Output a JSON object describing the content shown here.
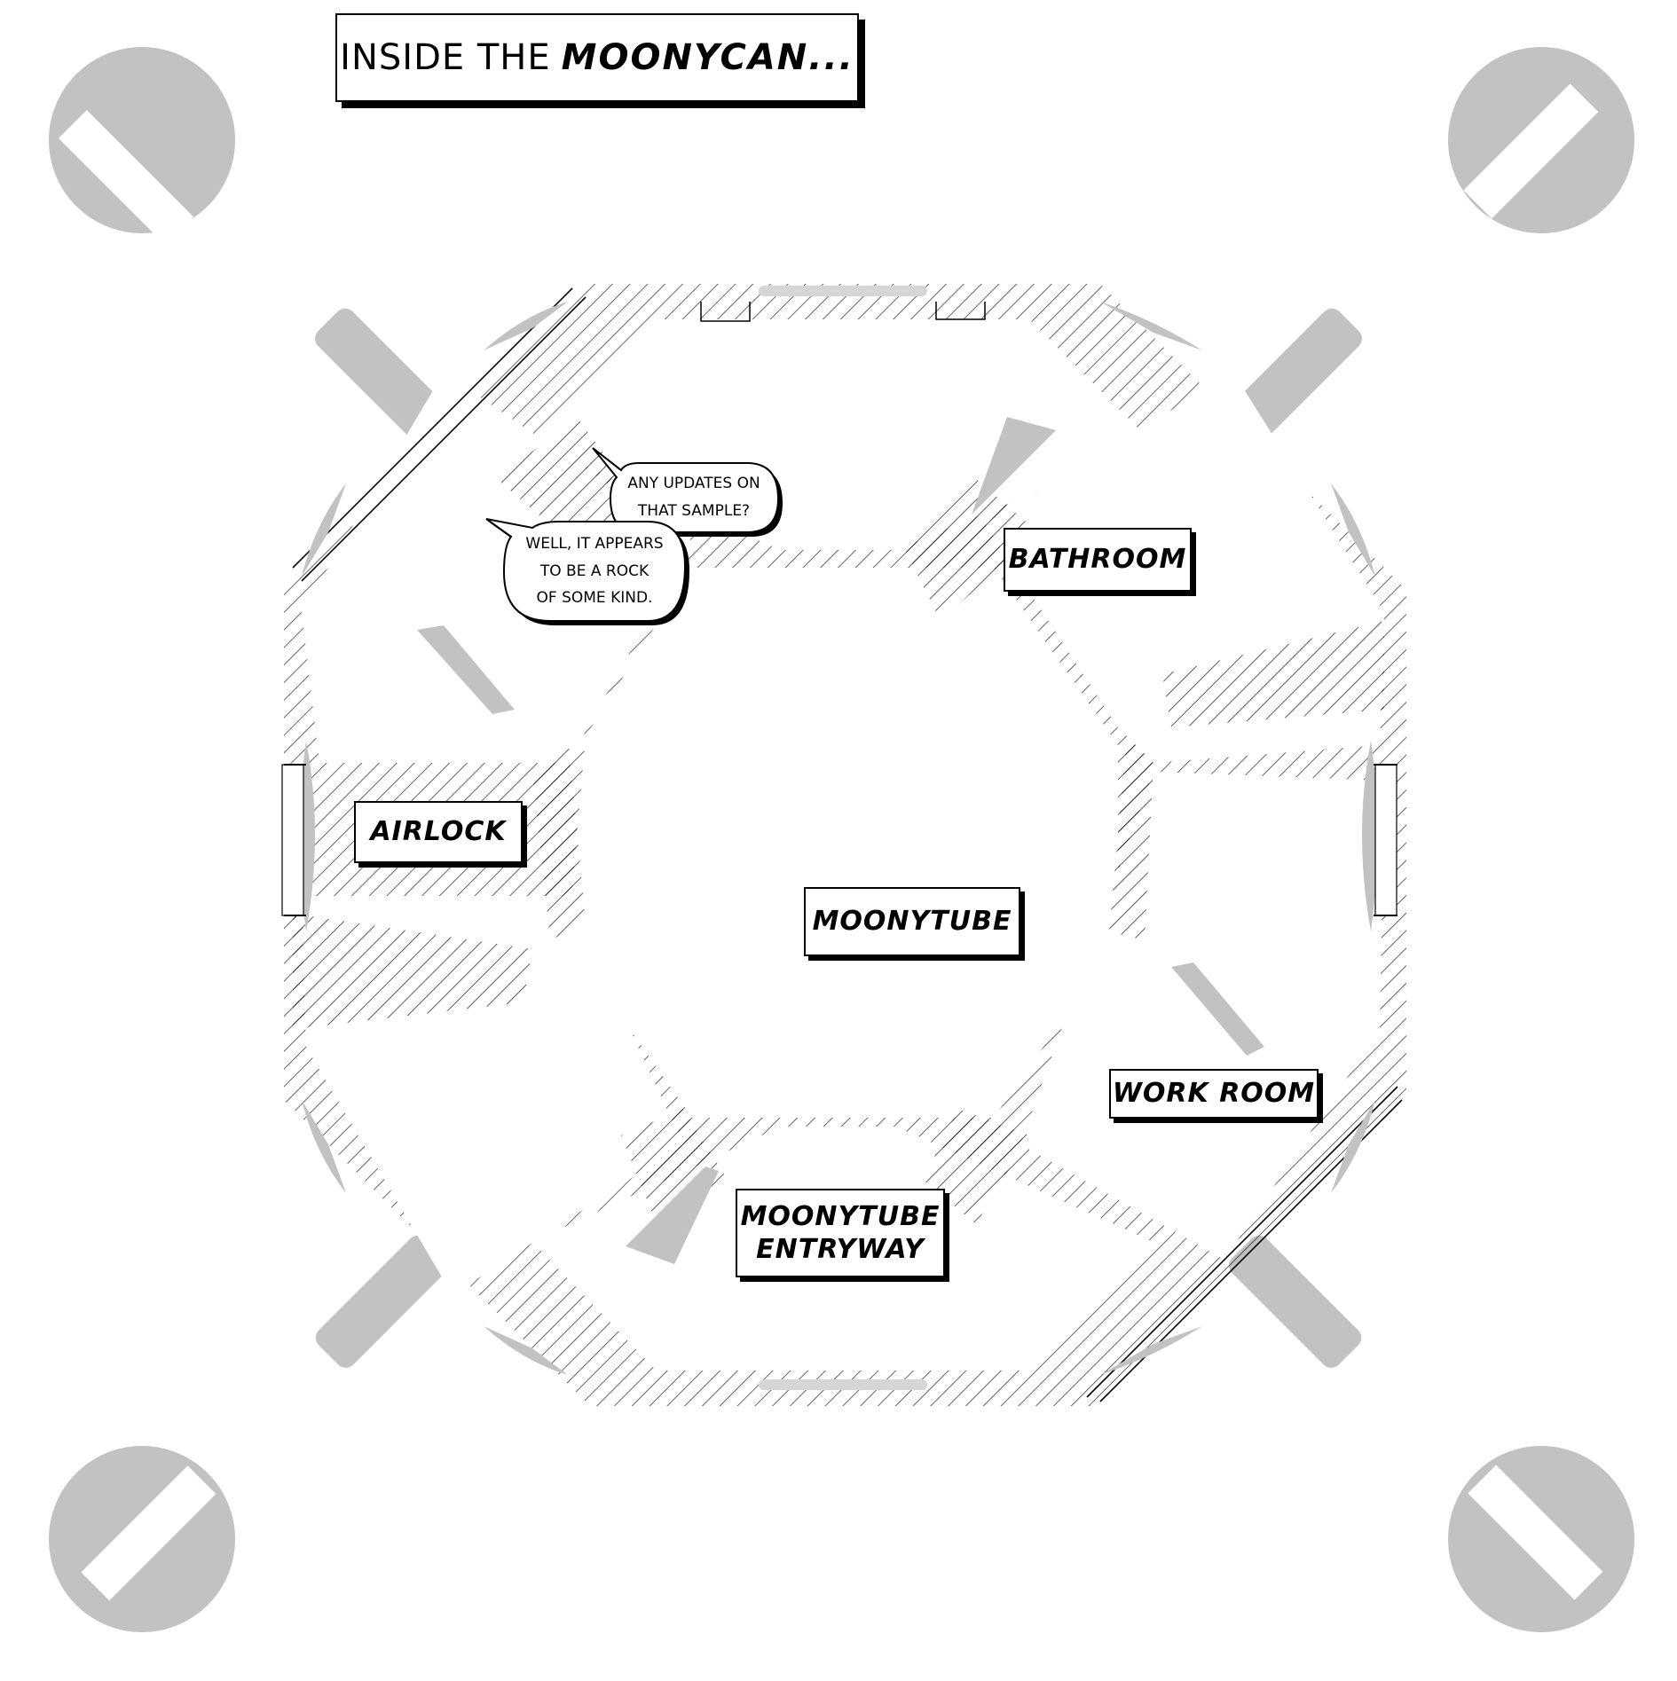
{
  "caption": {
    "prefix": "INSIDE THE",
    "emphasis": "MOONYCAN..."
  },
  "rooms": {
    "bathroom": "BATHROOM",
    "airlock": "AIRLOCK",
    "moonytube": "MOONYTUBE",
    "work_room": "WORK ROOM",
    "entryway_line1": "MOONYTUBE",
    "entryway_line2": "ENTRYWAY"
  },
  "dialogue": {
    "question_line1": "ANY UPDATES ON",
    "question_line2": "THAT SAMPLE?",
    "answer_line1": "WELL, IT APPEARS",
    "answer_line2": "TO BE A ROCK",
    "answer_line3": "OF SOME KIND."
  },
  "colors": {
    "ink": "#000000",
    "wall_gray": "#c2c2c2",
    "background": "#ffffff"
  }
}
